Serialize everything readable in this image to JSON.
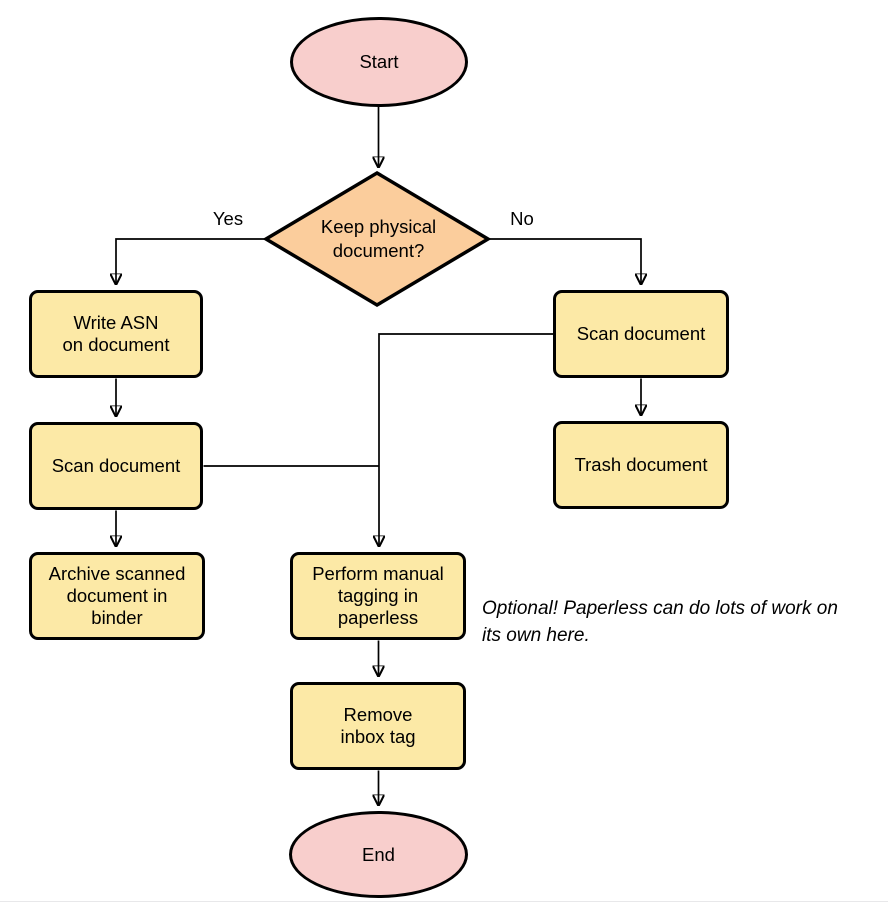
{
  "colors": {
    "terminal_fill": "#f8cecc",
    "decision_fill": "#fbcd9c",
    "process_fill": "#fce9a6",
    "stroke": "#000000"
  },
  "nodes": {
    "start": {
      "label": "Start",
      "type": "terminal"
    },
    "decision": {
      "label": "Keep physical\ndocument?",
      "type": "decision"
    },
    "write_asn": {
      "label": "Write ASN\non document",
      "type": "process"
    },
    "scan_left": {
      "label": "Scan document",
      "type": "process"
    },
    "archive": {
      "label": "Archive scanned\ndocument in\nbinder",
      "type": "process"
    },
    "scan_right": {
      "label": "Scan document",
      "type": "process"
    },
    "trash": {
      "label": "Trash document",
      "type": "process"
    },
    "tagging": {
      "label": "Perform manual\ntagging in\npaperless",
      "type": "process"
    },
    "remove_inbox": {
      "label": "Remove\ninbox tag",
      "type": "process"
    },
    "end": {
      "label": "End",
      "type": "terminal"
    }
  },
  "edge_labels": {
    "yes": "Yes",
    "no": "No"
  },
  "edges": [
    {
      "from": "start",
      "to": "decision"
    },
    {
      "from": "decision",
      "to": "write_asn",
      "label": "Yes"
    },
    {
      "from": "decision",
      "to": "scan_right",
      "label": "No"
    },
    {
      "from": "write_asn",
      "to": "scan_left"
    },
    {
      "from": "scan_left",
      "to": "archive"
    },
    {
      "from": "scan_left",
      "to": "tagging"
    },
    {
      "from": "scan_right",
      "to": "trash"
    },
    {
      "from": "scan_right",
      "to": "tagging"
    },
    {
      "from": "tagging",
      "to": "remove_inbox"
    },
    {
      "from": "remove_inbox",
      "to": "end"
    }
  ],
  "annotation": {
    "text": "Optional! Paperless can do lots of work on\nits own here."
  }
}
